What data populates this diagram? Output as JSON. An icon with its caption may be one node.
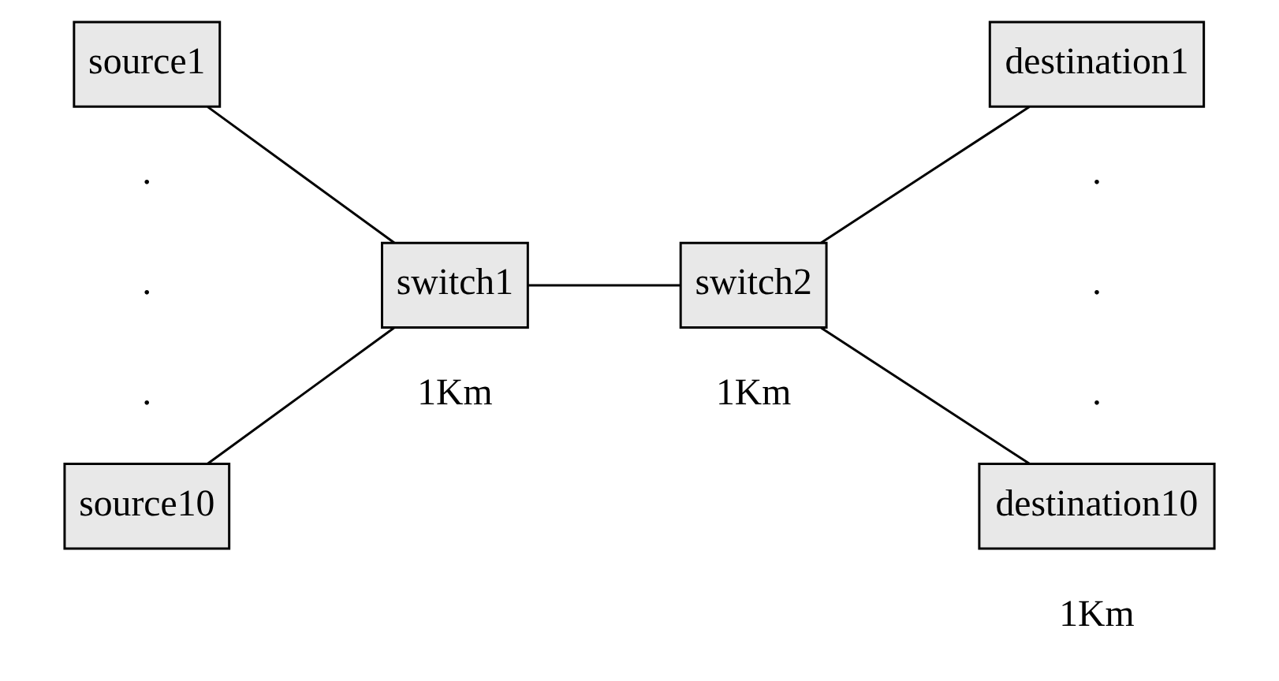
{
  "diagram": {
    "nodes": [
      {
        "text": [
          "source1"
        ]
      },
      {
        "text": [
          "switch1"
        ]
      },
      {
        "text": [
          "switch2"
        ]
      },
      {
        "text": [
          "destination1"
        ]
      },
      {
        "text": [
          "source10"
        ]
      },
      {
        "text": [
          "destination10"
        ]
      }
    ],
    "edges": [
      {
        "from": 0,
        "to": 1,
        "arrow": "none"
      },
      {
        "from": 4,
        "to": 1,
        "arrow": "none"
      },
      {
        "from": 1,
        "to": 2,
        "arrow": "none"
      },
      {
        "from": 2,
        "to": 3,
        "arrow": "none"
      },
      {
        "from": 2,
        "to": 5,
        "arrow": "none"
      }
    ],
    "labels": [
      ".",
      ".",
      ".",
      ".",
      ".",
      ".",
      "1Km",
      "1Km",
      "1Km"
    ]
  }
}
